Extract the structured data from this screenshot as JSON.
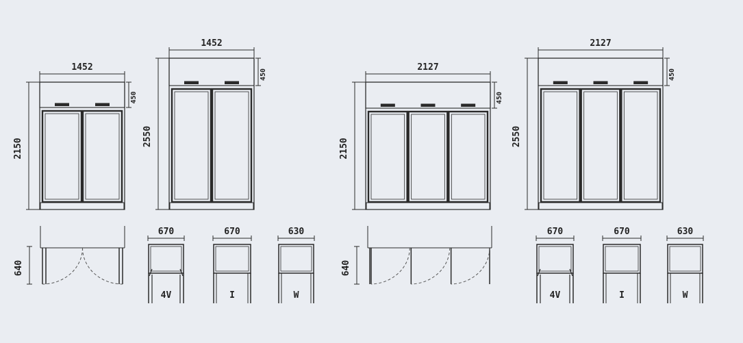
{
  "drawings": [
    {
      "id": "cab-a",
      "width_label": "1452",
      "height_label": "2150",
      "canopy_label": "450",
      "doors": 2
    },
    {
      "id": "cab-b",
      "width_label": "1452",
      "height_label": "2550",
      "canopy_label": "450",
      "doors": 2
    },
    {
      "id": "cab-c",
      "width_label": "2127",
      "height_label": "2150",
      "canopy_label": "450",
      "doors": 3
    },
    {
      "id": "cab-d",
      "width_label": "2127",
      "height_label": "2550",
      "canopy_label": "450",
      "doors": 3
    }
  ],
  "plans": [
    {
      "id": "plan-a",
      "depth_label": "640",
      "doors": 2
    },
    {
      "id": "plan-b",
      "depth_label": "640",
      "doors": 3
    }
  ],
  "sections": [
    {
      "id": "sec-1",
      "width_label": "670",
      "type_label": "4V"
    },
    {
      "id": "sec-2",
      "width_label": "670",
      "type_label": "I"
    },
    {
      "id": "sec-3",
      "width_label": "630",
      "type_label": "W"
    },
    {
      "id": "sec-4",
      "width_label": "670",
      "type_label": "4V"
    },
    {
      "id": "sec-5",
      "width_label": "670",
      "type_label": "I"
    },
    {
      "id": "sec-6",
      "width_label": "630",
      "type_label": "W"
    }
  ]
}
